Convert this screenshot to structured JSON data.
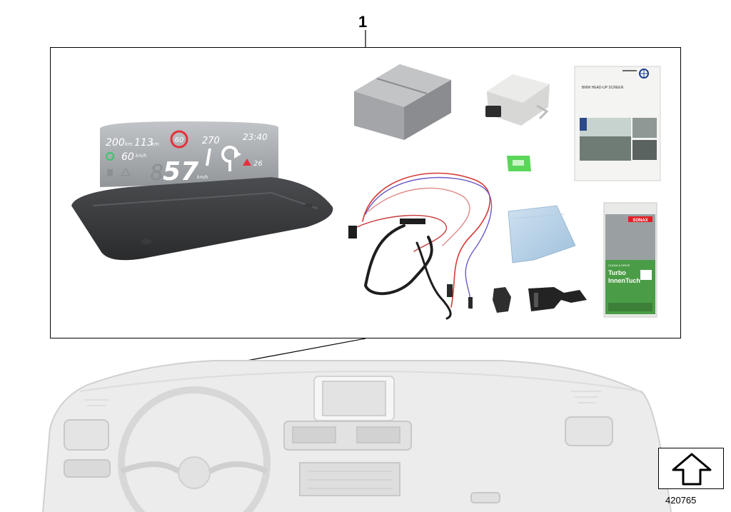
{
  "diagram": {
    "part_number": "1",
    "diagram_id": "420765"
  },
  "hud_display": {
    "range_km": "200",
    "range_unit": "km",
    "trip_km": "113",
    "trip_unit": "km",
    "speed_limit": "60",
    "heading": "270",
    "clock": "23:40",
    "cruise_speed": "60",
    "cruise_unit": "km/h",
    "current_speed": "57",
    "speed_unit": "km/h",
    "temperature": "26"
  },
  "manual": {
    "title": "BMW HEAD-UP SCREEN"
  },
  "cleaning_wipe": {
    "brand": "SONAX",
    "line1": "CLEAN & DRIVE",
    "line2": "Turbo",
    "line3": "InnenTuch"
  },
  "icons": {
    "orientation": "front-arrow-icon",
    "manual_logo": "bmw-logo-icon"
  }
}
